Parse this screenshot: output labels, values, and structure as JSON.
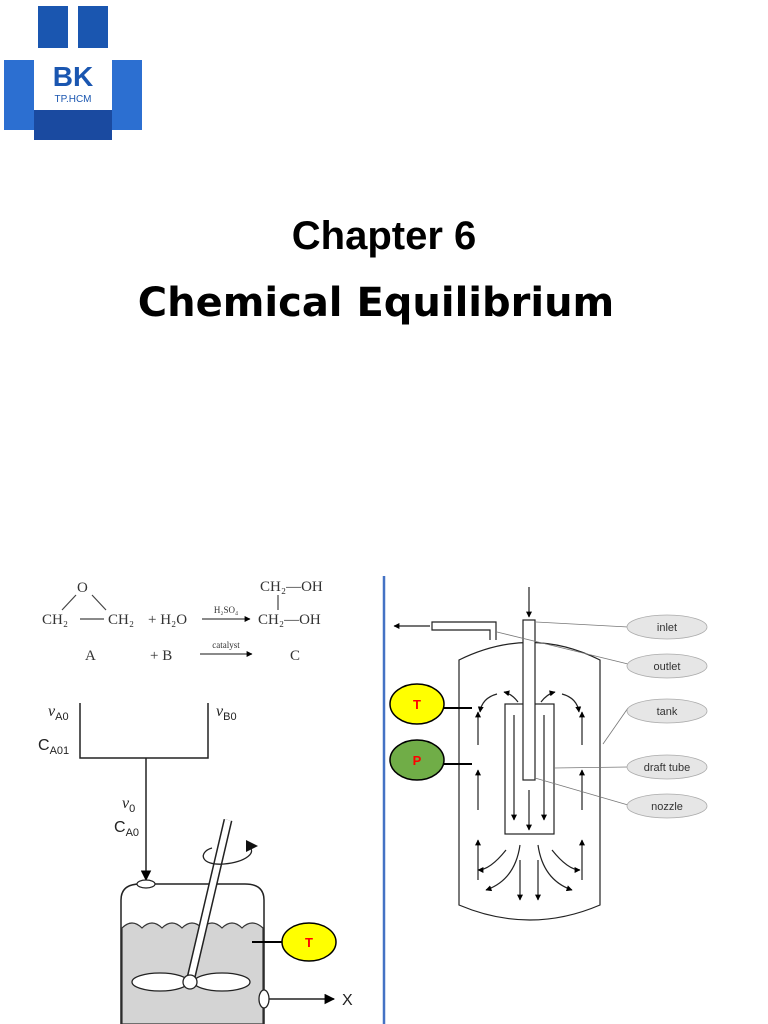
{
  "logo": {
    "text": "BK",
    "subtext": "TP.HCM",
    "color": "#1a56b0"
  },
  "title": {
    "line1": "Chapter 6",
    "line2": "Chemical Equilibrium"
  },
  "left_diagram": {
    "reaction": {
      "oxygen": "O",
      "ch2_left": "CH₂",
      "ch2_right": "CH₂",
      "plus_water": "+ H₂O",
      "catalyst_top": "H₂SO₄",
      "catalyst_bottom": "catalyst",
      "product_top": "CH₂—OH",
      "product_bottom": "CH₂—OH",
      "label_a": "A",
      "label_b": "+ B",
      "label_c": "C"
    },
    "feed": {
      "va0": "v",
      "va0_sub": "A0",
      "vb0": "v",
      "vb0_sub": "B0",
      "ca01": "C",
      "ca01_sub": "A01",
      "v0": "v",
      "v0_sub": "0",
      "ca0": "C",
      "ca0_sub": "A0"
    },
    "outlet": "X",
    "sensor_t": "T"
  },
  "right_diagram": {
    "sensor_t": "T",
    "sensor_p": "P",
    "callouts": [
      "inlet",
      "outlet",
      "tank",
      "draft tube",
      "nozzle"
    ]
  },
  "colors": {
    "divider": "#4472c4",
    "sensor_t": "#ffff00",
    "sensor_p": "#70ad47",
    "sensor_text": "#ff0000",
    "callout_fill": "#e6e6e6"
  }
}
